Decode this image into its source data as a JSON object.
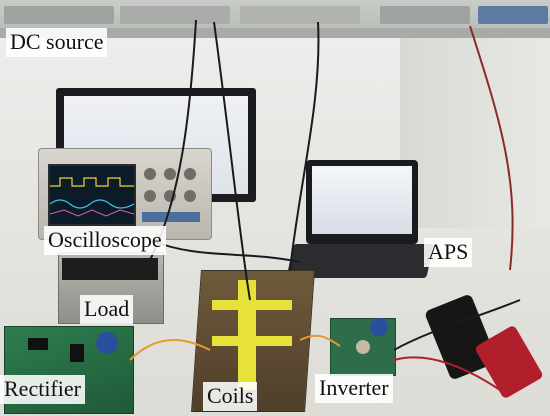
{
  "labels": {
    "dc_source": "DC source",
    "oscilloscope": "Oscilloscope",
    "load": "Load",
    "aps": "APS",
    "rectifier": "Rectifier",
    "coils": "Coils",
    "inverter": "Inverter"
  },
  "colors": {
    "coil_tape": "#e7e23a",
    "pcb_green": "#2f7d4f",
    "probe_red": "#b21f2c",
    "label_bg": "#ffffff"
  }
}
